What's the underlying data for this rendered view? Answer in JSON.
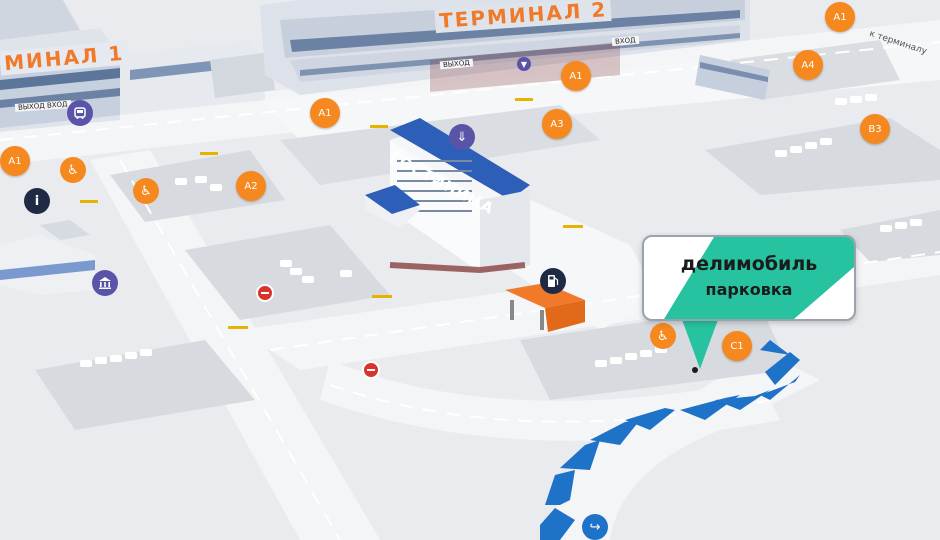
{
  "terminals": {
    "terminal_1": "МИНАЛ 1",
    "terminal_2": "ТЕРМИНАЛ 2",
    "hotel": "ГОСТИНИЦА",
    "t1_entrance": "ВЫХОД  ВХОД",
    "t2_exit": "ВЫХОД",
    "t2_entrance": "ВХОД"
  },
  "parking_zones": [
    {
      "id": "a1_top",
      "label": "A1"
    },
    {
      "id": "a1_t2",
      "label": "A1"
    },
    {
      "id": "a1_mid",
      "label": "A1"
    },
    {
      "id": "a1_left",
      "label": "A1"
    },
    {
      "id": "a2",
      "label": "A2"
    },
    {
      "id": "a3",
      "label": "A3"
    },
    {
      "id": "a4",
      "label": "A4"
    },
    {
      "id": "b3",
      "label": "B3"
    },
    {
      "id": "c1",
      "label": "C1"
    }
  ],
  "callout": {
    "brand": "делимобиль",
    "subtitle": "парковка",
    "brand_color": "#27c3a0"
  },
  "direction_label": "к терминалу",
  "icons": [
    "bus-icon",
    "wheelchair-icon",
    "info-icon",
    "museum-icon",
    "down-arrow-icon",
    "fuel-icon",
    "no-entry-icon",
    "turn-right-icon"
  ],
  "colors": {
    "pin": "#f5891f",
    "route": "#1e72c8",
    "ground": "#e9ebee",
    "parking_lot": "#d7dadf",
    "road_marking": "#ffffff"
  }
}
